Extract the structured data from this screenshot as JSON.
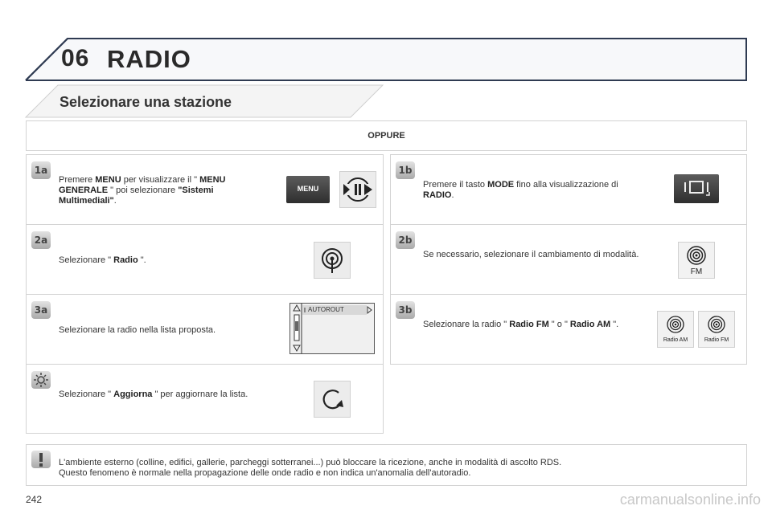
{
  "header": {
    "chapter_number": "06",
    "chapter_title": "RADIO"
  },
  "section_title": "Selezionare una stazione",
  "oppure": "OPPURE",
  "left_steps": [
    {
      "badge": "1a",
      "parts": [
        [
          "Premere ",
          false
        ],
        [
          "MENU",
          true
        ],
        [
          " per visualizzare il \" ",
          false
        ],
        [
          "MENU GENERALE",
          true
        ],
        [
          " \" poi selezionare ",
          false
        ],
        [
          "\"Sistemi Multimediali\"",
          true
        ],
        [
          ".",
          false
        ]
      ]
    },
    {
      "badge": "2a",
      "parts": [
        [
          "Selezionare \" ",
          false
        ],
        [
          "Radio",
          true
        ],
        [
          " \".",
          false
        ]
      ]
    },
    {
      "badge": "3a",
      "parts": [
        [
          "Selezionare la radio nella lista proposta.",
          false
        ]
      ]
    },
    {
      "badge": "",
      "parts": [
        [
          "Selezionare \" ",
          false
        ],
        [
          "Aggiorna",
          true
        ],
        [
          " \" per aggiornare la lista.",
          false
        ]
      ]
    }
  ],
  "right_steps": [
    {
      "badge": "1b",
      "parts": [
        [
          "Premere il tasto ",
          false
        ],
        [
          "MODE",
          true
        ],
        [
          " fino alla visualizzazione di ",
          false
        ],
        [
          "RADIO",
          true
        ],
        [
          ".",
          false
        ]
      ]
    },
    {
      "badge": "2b",
      "parts": [
        [
          "Se necessario, selezionare il cambiamento di modalità.",
          false
        ]
      ]
    },
    {
      "badge": "3b",
      "parts": [
        [
          "Selezionare la radio \" ",
          false
        ],
        [
          "Radio FM",
          true
        ],
        [
          " \" o \" ",
          false
        ],
        [
          "Radio AM",
          true
        ],
        [
          " \".",
          false
        ]
      ]
    }
  ],
  "icons": {
    "menu_label": "MENU",
    "autorout_label": "AUTOROUT",
    "fm_label": "FM",
    "radio_am_label": "Radio AM",
    "radio_fm_label": "Radio FM"
  },
  "warning": {
    "line1": "L'ambiente esterno (colline, edifici, gallerie, parcheggi sotterranei...) può bloccare la ricezione, anche in modalità di ascolto RDS.",
    "line2": "Questo fenomeno è normale nella propagazione delle onde radio e non indica un'anomalia dell'autoradio."
  },
  "page_number": "242",
  "watermark": "carmanualsonline.info",
  "colors": {
    "frame_line": "#2f3b52",
    "box_border": "#d3d3d3",
    "button_dark": "#3a3a3a"
  }
}
